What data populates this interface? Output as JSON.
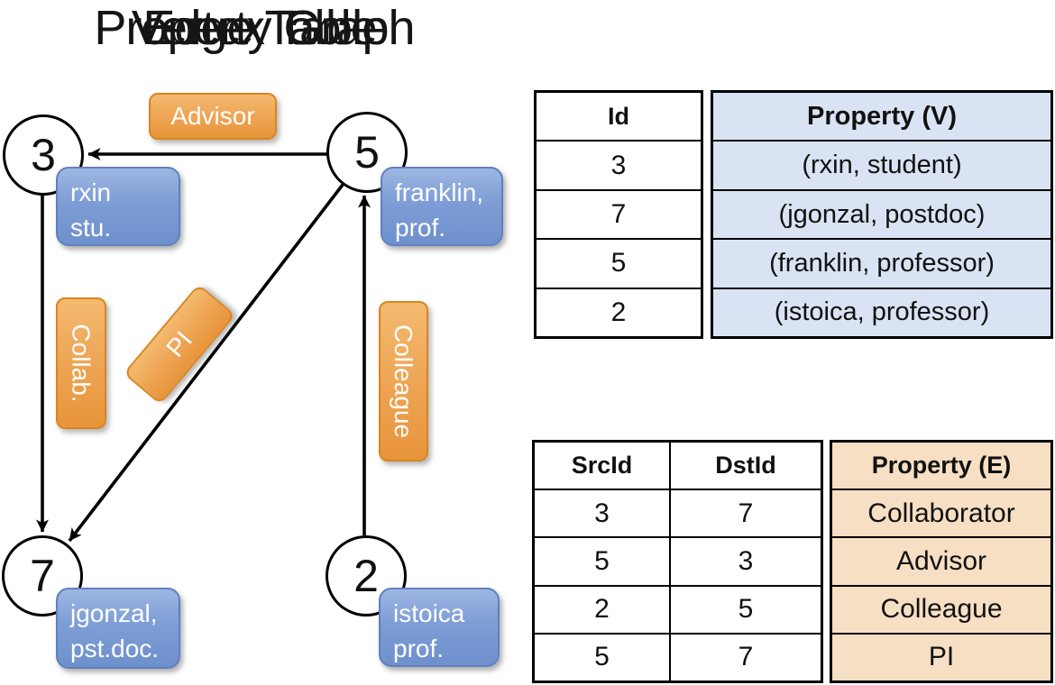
{
  "graph": {
    "title": "Property Graph",
    "nodes": [
      {
        "id": "3"
      },
      {
        "id": "5"
      },
      {
        "id": "7"
      },
      {
        "id": "2"
      }
    ],
    "vertex_labels": [
      {
        "line1": "rxin",
        "line2": "stu."
      },
      {
        "line1": "franklin,",
        "line2": "prof."
      },
      {
        "line1": "jgonzal,",
        "line2": "pst.doc."
      },
      {
        "line1": "istoica",
        "line2": "prof."
      }
    ],
    "edge_labels": {
      "advisor": "Advisor",
      "collab": "Collab.",
      "pi": "PI",
      "colleague": "Colleague"
    },
    "edges": [
      {
        "from": "5",
        "to": "3",
        "label": "Advisor"
      },
      {
        "from": "3",
        "to": "7",
        "label": "Collab."
      },
      {
        "from": "5",
        "to": "7",
        "label": "PI"
      },
      {
        "from": "2",
        "to": "5",
        "label": "Colleague"
      }
    ]
  },
  "vertex_table": {
    "title": "Vertex Table",
    "columns": {
      "id": "Id",
      "property": "Property (V)"
    },
    "rows": [
      {
        "id": "3",
        "property": "(rxin, student)"
      },
      {
        "id": "7",
        "property": "(jgonzal, postdoc)"
      },
      {
        "id": "5",
        "property": "(franklin, professor)"
      },
      {
        "id": "2",
        "property": "(istoica, professor)"
      }
    ]
  },
  "edge_table": {
    "title": "Edge Table",
    "columns": {
      "src": "SrcId",
      "dst": "DstId",
      "property": "Property (E)"
    },
    "rows": [
      {
        "src": "3",
        "dst": "7",
        "property": "Collaborator"
      },
      {
        "src": "5",
        "dst": "3",
        "property": "Advisor"
      },
      {
        "src": "2",
        "dst": "5",
        "property": "Colleague"
      },
      {
        "src": "5",
        "dst": "7",
        "property": "PI"
      }
    ]
  },
  "colors": {
    "edge_label_fill": "#E8953A",
    "vertex_label_fill": "#7E9DD6",
    "vertex_property_fill": "#DAE3F3",
    "edge_property_fill": "#F7DFC4",
    "line": "#000000"
  }
}
